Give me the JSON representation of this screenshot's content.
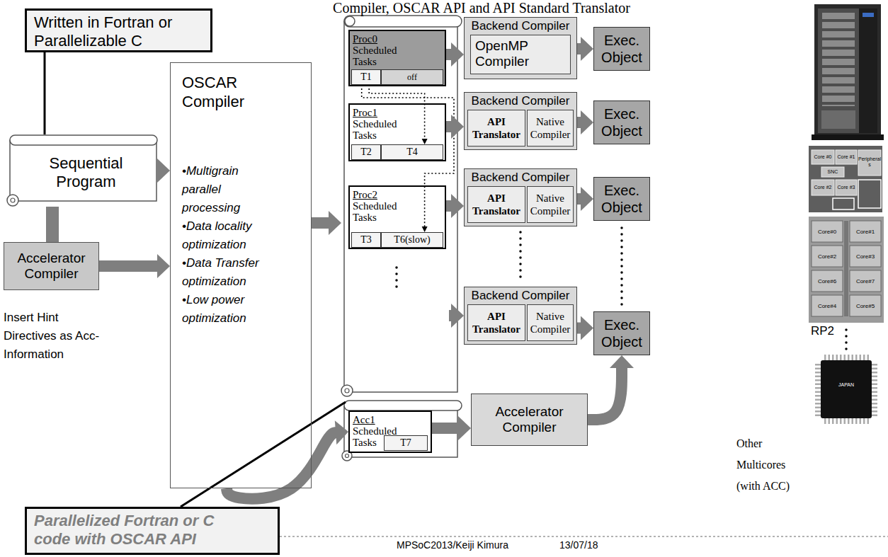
{
  "diagram": {
    "title": "Compiler, OSCAR API and API Standard Translator",
    "nodes": [
      {
        "text": [
          "Written in Fortran or Parallelizable C"
        ]
      },
      {
        "text": [
          "Sequential Program"
        ]
      },
      {
        "text": [
          "Accelerator Compiler"
        ]
      },
      {
        "text": [
          "OSCAR Compiler",
          "•Multigrain parallel processing",
          "•Data locality optimization",
          "•Data Transfer optimization",
          "•Low power optimization"
        ]
      },
      {
        "text": [
          "Proc0",
          "Scheduled Tasks"
        ]
      },
      {
        "text": [
          "T1"
        ],
        "in": 4
      },
      {
        "text": [
          "off"
        ],
        "in": 4
      },
      {
        "text": [
          "Proc1",
          "Scheduled Tasks"
        ]
      },
      {
        "text": [
          "T2"
        ],
        "in": 7
      },
      {
        "text": [
          "T4"
        ],
        "in": 7
      },
      {
        "text": [
          "Proc2",
          "Scheduled Tasks"
        ]
      },
      {
        "text": [
          "T3"
        ],
        "in": 10
      },
      {
        "text": [
          "T6(slow)"
        ],
        "in": 10
      },
      {
        "text": [
          "Acc1",
          "Scheduled Tasks"
        ]
      },
      {
        "text": [
          "T7"
        ],
        "in": 13
      },
      {
        "text": [
          "Backend Compiler"
        ]
      },
      {
        "text": [
          "OpenMP Compiler"
        ],
        "in": 15
      },
      {
        "text": [
          "Exec. Object"
        ]
      },
      {
        "text": [
          "Backend Compiler"
        ]
      },
      {
        "text": [
          "API Translator"
        ],
        "in": 18
      },
      {
        "text": [
          "Native Compiler"
        ],
        "in": 18
      },
      {
        "text": [
          "Exec. Object"
        ]
      },
      {
        "text": [
          "Backend Compiler"
        ]
      },
      {
        "text": [
          "API Translator"
        ],
        "in": 22
      },
      {
        "text": [
          "Native Compiler"
        ],
        "in": 22
      },
      {
        "text": [
          "Exec. Object"
        ]
      },
      {
        "text": [
          "Backend Compiler"
        ]
      },
      {
        "text": [
          "API Translator"
        ],
        "in": 26
      },
      {
        "text": [
          "Native Compiler"
        ],
        "in": 26
      },
      {
        "text": [
          "Exec. Object"
        ]
      },
      {
        "text": [
          "Accelerator Compiler"
        ]
      },
      {
        "text": [
          "Parallelized Fortran or C code with OSCAR API"
        ]
      }
    ],
    "edges": [
      {
        "from": 0,
        "to": 1,
        "arrow": "none"
      },
      {
        "from": 1,
        "to": 3,
        "arrow": "to"
      },
      {
        "from": 1,
        "to": 2,
        "arrow": "none"
      },
      {
        "from": 2,
        "to": 3,
        "arrow": "to"
      },
      {
        "from": 3,
        "to": 13,
        "arrow": "to"
      },
      {
        "from": 5,
        "to": 9,
        "arrow": "to"
      },
      {
        "from": 5,
        "to": 12,
        "arrow": "to"
      },
      {
        "from": 4,
        "to": 15,
        "arrow": "to"
      },
      {
        "from": 7,
        "to": 18,
        "arrow": "to"
      },
      {
        "from": 10,
        "to": 22,
        "arrow": "to"
      },
      {
        "from": 15,
        "to": 17,
        "arrow": "to"
      },
      {
        "from": 18,
        "to": 21,
        "arrow": "to"
      },
      {
        "from": 22,
        "to": 25,
        "arrow": "to"
      },
      {
        "from": 26,
        "to": 29,
        "arrow": "to"
      },
      {
        "from": 13,
        "to": 30,
        "arrow": "to"
      },
      {
        "from": 30,
        "to": 29,
        "arrow": "to"
      }
    ],
    "labels": [
      "Insert Hint Directives as Acc-Information",
      "Core #0",
      "Core #1",
      "Peripherals",
      "SNC",
      "Core #2",
      "Core #3",
      "Core#0",
      "Core#1",
      "Core#2",
      "Core#3",
      "Core#6",
      "Core#7",
      "Core#4",
      "Core#5",
      "RP2",
      "JAPAN",
      "Other Multicores (with ACC)",
      "MPSoC2013/Keiji Kimura",
      "13/07/18"
    ]
  }
}
